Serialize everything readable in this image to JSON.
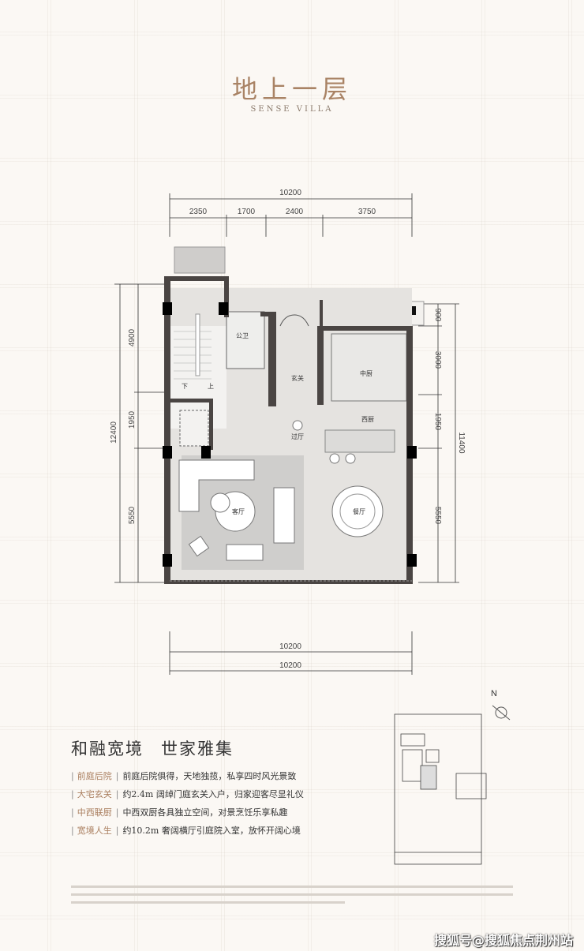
{
  "header": {
    "title": "地上一层",
    "subtitle": "SENSE VILLA"
  },
  "dimensions": {
    "top_total": "10200",
    "top_segments": [
      "2350",
      "1700",
      "2400",
      "3750"
    ],
    "left_total": "12400",
    "left_segments": [
      "4900",
      "1950",
      "5550"
    ],
    "right_total": "11400",
    "right_segments": [
      "900",
      "3000",
      "1950",
      "5550"
    ],
    "bottom_1": "10200",
    "bottom_2": "10200"
  },
  "rooms": {
    "bathroom": "公卫",
    "foyer": "玄关",
    "chinese_kitchen": "中厨",
    "western_kitchen": "西厨",
    "hall": "过厅",
    "living": "客厅",
    "dining": "餐厅",
    "stair_down": "下",
    "stair_up": "上"
  },
  "compass": {
    "label": "N"
  },
  "slogan": {
    "part1": "和融宽境",
    "part2": "世家雅集"
  },
  "features": [
    {
      "key": "前庭后院",
      "text": "前庭后院俱得，天地独揽，私享四时风光景致"
    },
    {
      "key": "大宅玄关",
      "text": "约2.4m 阔绰门庭玄关入户，归家迎客尽显礼仪"
    },
    {
      "key": "中西联厨",
      "text": "中西双厨各具独立空间，对景烹饪乐享私趣"
    },
    {
      "key": "宽境人生",
      "text": "约10.2m 奢阔横厅引庭院入室，放怀开阔心境"
    }
  ],
  "watermark": "搜狐号@搜狐焦点荆州站",
  "colors": {
    "accent": "#a98365",
    "wall": "#4a4543",
    "floor": "#e4e2df"
  }
}
